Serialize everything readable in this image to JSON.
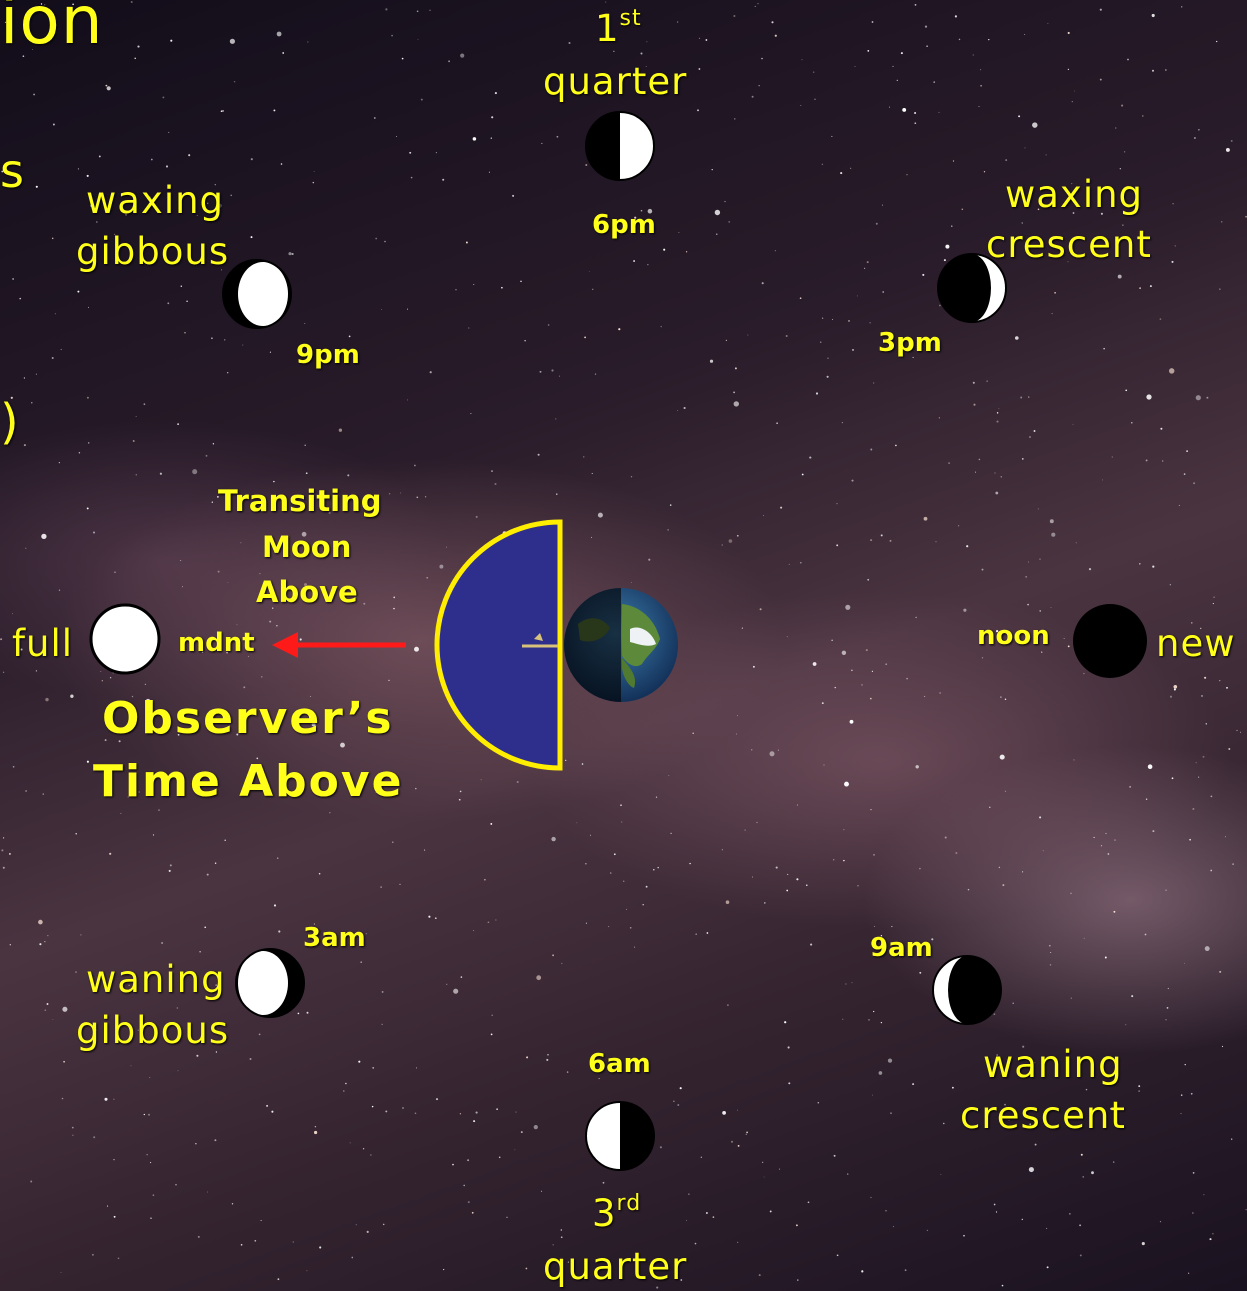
{
  "title_fragments": {
    "top": "ion",
    "mid": "s",
    "low": ")"
  },
  "center": {
    "transiting_lines": [
      "Transiting",
      "Moon",
      "Above"
    ],
    "observer_lines": [
      "Observer’s",
      "Time Above"
    ],
    "arrow_color": "#ff1a1a",
    "horizon_fill": "#2e2e8c",
    "horizon_stroke": "#ffee00"
  },
  "phases": {
    "first_quarter": {
      "num": "1",
      "suffix": "st",
      "word": "quarter",
      "time": "6pm"
    },
    "waxing_crescent": {
      "line1": "waxing",
      "line2": "crescent",
      "time": "3pm"
    },
    "waxing_gibbous": {
      "line1": "waxing",
      "line2": "gibbous",
      "time": "9pm"
    },
    "new": {
      "name": "new",
      "time": "noon"
    },
    "full": {
      "name": "full",
      "time": "mdnt"
    },
    "waning_gibbous": {
      "line1": "waning",
      "line2": "gibbous",
      "time": "3am"
    },
    "waning_crescent": {
      "line1": "waning",
      "line2": "crescent",
      "time": "9am"
    },
    "third_quarter": {
      "num": "3",
      "suffix": "rd",
      "word": "quarter",
      "time": "6am"
    }
  },
  "icons": {
    "earth": "earth-globe-icon",
    "moon_new": "new-moon-icon",
    "moon_full": "full-moon-icon"
  },
  "colors": {
    "label": "#ffff1a",
    "sky": "#2a1c2a"
  }
}
